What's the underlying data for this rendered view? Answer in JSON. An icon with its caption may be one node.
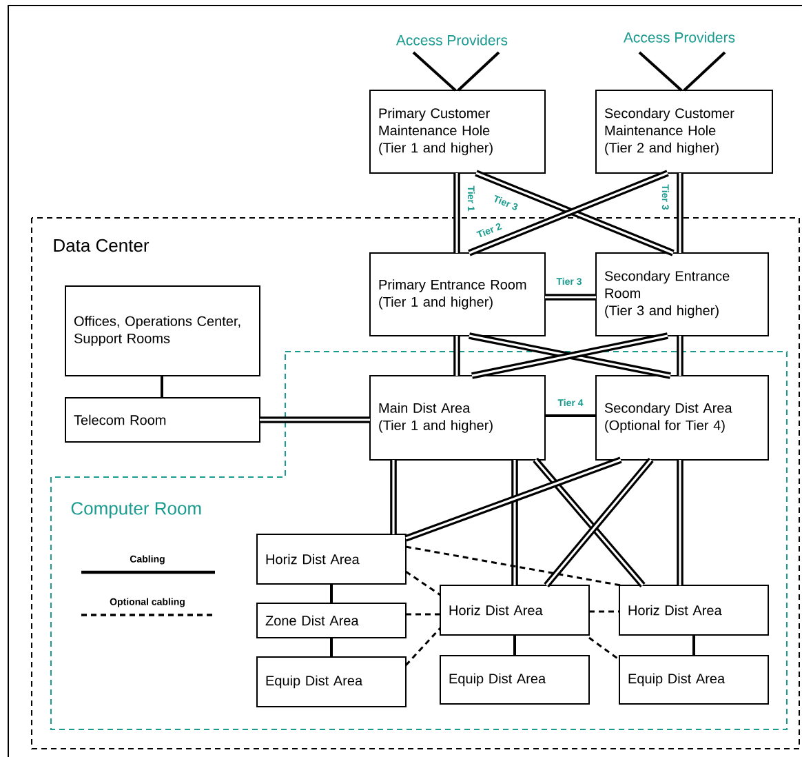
{
  "diagram": {
    "nodes": [
      {
        "text": [
          "Access Providers"
        ]
      },
      {
        "text": [
          "Access Providers"
        ]
      },
      {
        "text": [
          "Primary Customer Maintenance Hole",
          "(Tier 1 and higher)"
        ]
      },
      {
        "text": [
          "Secondary Customer Maintenance Hole",
          "(Tier 2 and higher)"
        ]
      },
      {
        "text": [
          "Data Center"
        ]
      },
      {
        "text": [
          "Primary Entrance Room",
          "(Tier 1 and higher)"
        ],
        "in": 4
      },
      {
        "text": [
          "Secondary Entrance Room",
          "(Tier 3 and higher)"
        ],
        "in": 4
      },
      {
        "text": [
          "Offices, Operations Center, Support Rooms"
        ],
        "in": 4
      },
      {
        "text": [
          "Telecom Room"
        ],
        "in": 4
      },
      {
        "text": [
          "Computer Room"
        ],
        "in": 4
      },
      {
        "text": [
          "Main Dist Area",
          "(Tier 1 and higher)"
        ],
        "in": 9
      },
      {
        "text": [
          "Secondary Dist Area",
          "(Optional for Tier 4)"
        ],
        "in": 9
      },
      {
        "text": [
          "Horiz Dist Area"
        ],
        "in": 9
      },
      {
        "text": [
          "Zone Dist Area"
        ],
        "in": 9
      },
      {
        "text": [
          "Horiz Dist Area"
        ],
        "in": 9
      },
      {
        "text": [
          "Horiz Dist Area"
        ],
        "in": 9
      },
      {
        "text": [
          "Equip Dist Area"
        ],
        "in": 9
      },
      {
        "text": [
          "Equip Dist Area"
        ],
        "in": 9
      },
      {
        "text": [
          "Equip Dist Area"
        ],
        "in": 9
      }
    ],
    "edges": [
      {
        "from": 0,
        "to": 2,
        "arrow": "none"
      },
      {
        "from": 0,
        "to": 2,
        "arrow": "none"
      },
      {
        "from": 1,
        "to": 3,
        "arrow": "none"
      },
      {
        "from": 1,
        "to": 3,
        "arrow": "none"
      },
      {
        "from": 2,
        "to": 5,
        "arrow": "none",
        "style": "thick",
        "label": "Tier 1"
      },
      {
        "from": 2,
        "to": 6,
        "arrow": "none",
        "style": "thick",
        "label": "Tier 3"
      },
      {
        "from": 3,
        "to": 5,
        "arrow": "none",
        "style": "thick",
        "label": "Tier 2"
      },
      {
        "from": 3,
        "to": 6,
        "arrow": "none",
        "style": "thick",
        "label": "Tier 3"
      },
      {
        "from": 5,
        "to": 6,
        "arrow": "none",
        "style": "thick",
        "label": "Tier 3"
      },
      {
        "from": 7,
        "to": 8,
        "arrow": "none"
      },
      {
        "from": 8,
        "to": 10,
        "arrow": "none",
        "style": "thick"
      },
      {
        "from": 5,
        "to": 10,
        "arrow": "none",
        "style": "thick"
      },
      {
        "from": 5,
        "to": 11,
        "arrow": "none",
        "style": "thick"
      },
      {
        "from": 6,
        "to": 10,
        "arrow": "none",
        "style": "thick"
      },
      {
        "from": 6,
        "to": 11,
        "arrow": "none",
        "style": "thick"
      },
      {
        "from": 10,
        "to": 11,
        "arrow": "none",
        "label": "Tier 4"
      },
      {
        "from": 10,
        "to": 12,
        "arrow": "none",
        "style": "thick"
      },
      {
        "from": 10,
        "to": 14,
        "arrow": "none",
        "style": "thick"
      },
      {
        "from": 10,
        "to": 15,
        "arrow": "none",
        "style": "thick"
      },
      {
        "from": 11,
        "to": 12,
        "arrow": "none",
        "style": "thick"
      },
      {
        "from": 11,
        "to": 14,
        "arrow": "none",
        "style": "thick"
      },
      {
        "from": 11,
        "to": 15,
        "arrow": "none",
        "style": "thick"
      },
      {
        "from": 12,
        "to": 13,
        "arrow": "none"
      },
      {
        "from": 13,
        "to": 16,
        "arrow": "none"
      },
      {
        "from": 14,
        "to": 17,
        "arrow": "none"
      },
      {
        "from": 15,
        "to": 18,
        "arrow": "none"
      },
      {
        "from": 12,
        "to": 14,
        "arrow": "none",
        "style": "dashed"
      },
      {
        "from": 12,
        "to": 15,
        "arrow": "none",
        "style": "dashed"
      },
      {
        "from": 13,
        "to": 14,
        "arrow": "none",
        "style": "dashed"
      },
      {
        "from": 16,
        "to": 14,
        "arrow": "none",
        "style": "dashed"
      },
      {
        "from": 14,
        "to": 15,
        "arrow": "none",
        "style": "dashed"
      },
      {
        "from": 14,
        "to": 18,
        "arrow": "none",
        "style": "dashed"
      }
    ],
    "legend": [
      {
        "text": "Cabling"
      },
      {
        "text": "Optional cabling"
      }
    ]
  }
}
